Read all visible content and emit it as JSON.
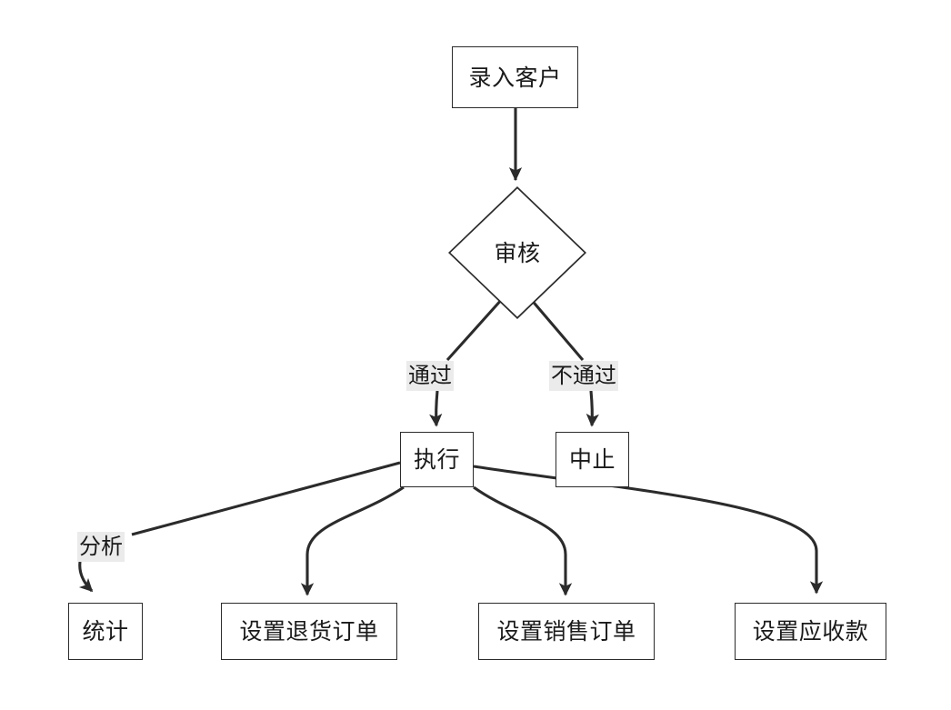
{
  "diagram": {
    "type": "flowchart",
    "title": "",
    "background_color": "#ffffff",
    "node_border_color": "#2b2b2b",
    "edge_color": "#2b2b2b",
    "text_color": "#1a1a1a",
    "edge_label_background": "#ebebeb",
    "nodes": [
      {
        "id": "enter-customer",
        "label": "录入客户",
        "shape": "rectangle"
      },
      {
        "id": "review",
        "label": "审核",
        "shape": "diamond"
      },
      {
        "id": "execute",
        "label": "执行",
        "shape": "rectangle"
      },
      {
        "id": "abort",
        "label": "中止",
        "shape": "rectangle"
      },
      {
        "id": "statistics",
        "label": "统计",
        "shape": "rectangle"
      },
      {
        "id": "set-return-order",
        "label": "设置退货订单",
        "shape": "rectangle"
      },
      {
        "id": "set-sales-order",
        "label": "设置销售订单",
        "shape": "rectangle"
      },
      {
        "id": "set-receivable",
        "label": "设置应收款",
        "shape": "rectangle"
      }
    ],
    "edges": [
      {
        "id": "edge-enter-to-review",
        "from": "enter-customer",
        "to": "review",
        "label": ""
      },
      {
        "id": "edge-review-to-execute",
        "from": "review",
        "to": "execute",
        "label": "通过"
      },
      {
        "id": "edge-review-to-abort",
        "from": "review",
        "to": "abort",
        "label": "不通过"
      },
      {
        "id": "edge-execute-to-statistics",
        "from": "execute",
        "to": "statistics",
        "label": "分析"
      },
      {
        "id": "edge-execute-to-return-order",
        "from": "execute",
        "to": "set-return-order",
        "label": ""
      },
      {
        "id": "edge-execute-to-sales-order",
        "from": "execute",
        "to": "set-sales-order",
        "label": ""
      },
      {
        "id": "edge-execute-to-receivable",
        "from": "execute",
        "to": "set-receivable",
        "label": ""
      }
    ]
  }
}
